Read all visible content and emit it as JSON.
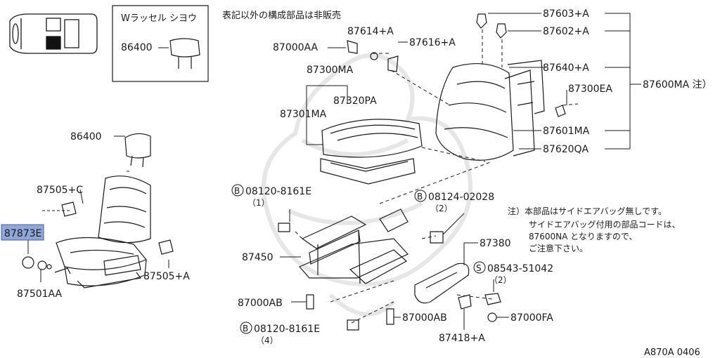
{
  "header_note": "表記以外の構成部品は非販売",
  "inset": {
    "title": "Wラッセル シヨウ",
    "part": "86400"
  },
  "parts": {
    "p87603": "87603+A",
    "p87602": "87602+A",
    "p87614": "87614+A",
    "p87616": "87616+A",
    "p87000AA": "87000AA",
    "p87300MA": "87300MA",
    "p87320PA": "87320PA",
    "p87301MA": "87301MA",
    "p87640": "87640+A",
    "p87300EA": "87300EA",
    "p87600MA": "87600MA 注）",
    "p87601MA": "87601MA",
    "p87620QA": "87620QA",
    "p86400": "86400",
    "p87505C": "87505+C",
    "p87873E": "87873E",
    "p87501AA": "87501AA",
    "p87505A": "87505+A",
    "p87450": "87450",
    "p87000AB_left": "87000AB",
    "p87000AB_mid": "87000AB",
    "p87380": "87380",
    "p87000FA": "87000FA",
    "p87418": "87418+A"
  },
  "bolts": {
    "b1": {
      "circle": "B",
      "code": "08120-8161E",
      "qty": "（1）"
    },
    "b2": {
      "circle": "B",
      "code": "08124-02028",
      "qty": "（2）"
    },
    "b3": {
      "circle": "B",
      "code": "08120-8161E",
      "qty": "（4）"
    },
    "s1": {
      "circle": "S",
      "code": "08543-51042",
      "qty": "（2）"
    }
  },
  "note": {
    "line1": "注）本部品はサイドエアバッグ無しです。",
    "line2": "サイドエアバッグ付用の部品コードは、",
    "line3": "87600NA となりますので、",
    "line4": "ご注意下さい。"
  },
  "diagram_code": "A870A 0406",
  "colors": {
    "line": "#1a1a1a",
    "highlight": "#8fa6d8",
    "highlight_border": "#4a5fa0",
    "watermark": "#ececec"
  }
}
